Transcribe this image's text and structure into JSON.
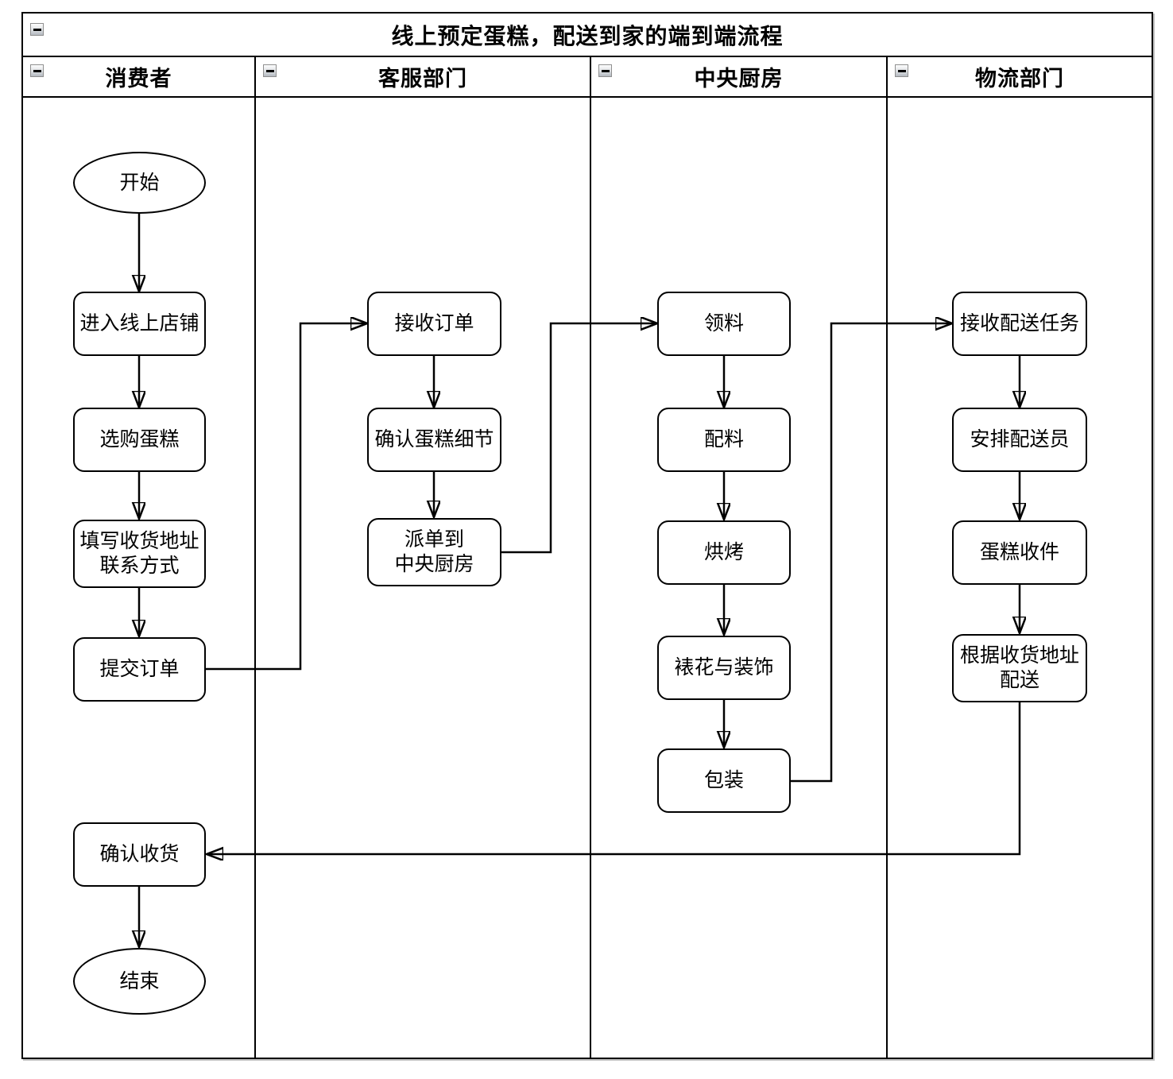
{
  "diagram": {
    "title": "线上预定蛋糕，配送到家的端到端流程",
    "type": "swimlane-flowchart",
    "collapse_icon_glyph": "−",
    "colors": {
      "stroke": "#000000",
      "background": "#ffffff",
      "collapse_icon_face": "#c9cdd2",
      "collapse_icon_border": "#8f8f8f"
    }
  },
  "lanes": [
    {
      "id": "consumer",
      "label": "消费者",
      "nodes": [
        {
          "id": "start",
          "type": "terminator",
          "label": "开始"
        },
        {
          "id": "enter-shop",
          "type": "process",
          "label": "进入线上店铺"
        },
        {
          "id": "select-cake",
          "type": "process",
          "label": "选购蛋糕"
        },
        {
          "id": "fill-address",
          "type": "process",
          "label": "填写收货地址\n联系方式"
        },
        {
          "id": "submit-order",
          "type": "process",
          "label": "提交订单"
        },
        {
          "id": "confirm-receipt",
          "type": "process",
          "label": "确认收货"
        },
        {
          "id": "end",
          "type": "terminator",
          "label": "结束"
        }
      ]
    },
    {
      "id": "customer-service",
      "label": "客服部门",
      "nodes": [
        {
          "id": "receive-order",
          "type": "process",
          "label": "接收订单"
        },
        {
          "id": "confirm-cake-details",
          "type": "process",
          "label": "确认蛋糕细节"
        },
        {
          "id": "dispatch-to-kitchen",
          "type": "process",
          "label": "派单到\n中央厨房"
        }
      ]
    },
    {
      "id": "central-kitchen",
      "label": "中央厨房",
      "nodes": [
        {
          "id": "get-materials",
          "type": "process",
          "label": "领料"
        },
        {
          "id": "prepare-ingredients",
          "type": "process",
          "label": "配料"
        },
        {
          "id": "bake",
          "type": "process",
          "label": "烘烤"
        },
        {
          "id": "decorate",
          "type": "process",
          "label": "裱花与装饰"
        },
        {
          "id": "pack",
          "type": "process",
          "label": "包装"
        }
      ]
    },
    {
      "id": "logistics",
      "label": "物流部门",
      "nodes": [
        {
          "id": "receive-delivery-task",
          "type": "process",
          "label": "接收配送任务"
        },
        {
          "id": "assign-courier",
          "type": "process",
          "label": "安排配送员"
        },
        {
          "id": "pickup-cake",
          "type": "process",
          "label": "蛋糕收件"
        },
        {
          "id": "deliver-by-address",
          "type": "process",
          "label": "根据收货地址\n配送"
        }
      ]
    }
  ],
  "edges": [
    {
      "from": "start",
      "to": "enter-shop"
    },
    {
      "from": "enter-shop",
      "to": "select-cake"
    },
    {
      "from": "select-cake",
      "to": "fill-address"
    },
    {
      "from": "fill-address",
      "to": "submit-order"
    },
    {
      "from": "submit-order",
      "to": "receive-order"
    },
    {
      "from": "receive-order",
      "to": "confirm-cake-details"
    },
    {
      "from": "confirm-cake-details",
      "to": "dispatch-to-kitchen"
    },
    {
      "from": "dispatch-to-kitchen",
      "to": "get-materials"
    },
    {
      "from": "get-materials",
      "to": "prepare-ingredients"
    },
    {
      "from": "prepare-ingredients",
      "to": "bake"
    },
    {
      "from": "bake",
      "to": "decorate"
    },
    {
      "from": "decorate",
      "to": "pack"
    },
    {
      "from": "pack",
      "to": "receive-delivery-task"
    },
    {
      "from": "receive-delivery-task",
      "to": "assign-courier"
    },
    {
      "from": "assign-courier",
      "to": "pickup-cake"
    },
    {
      "from": "pickup-cake",
      "to": "deliver-by-address"
    },
    {
      "from": "deliver-by-address",
      "to": "confirm-receipt"
    },
    {
      "from": "confirm-receipt",
      "to": "end"
    }
  ]
}
